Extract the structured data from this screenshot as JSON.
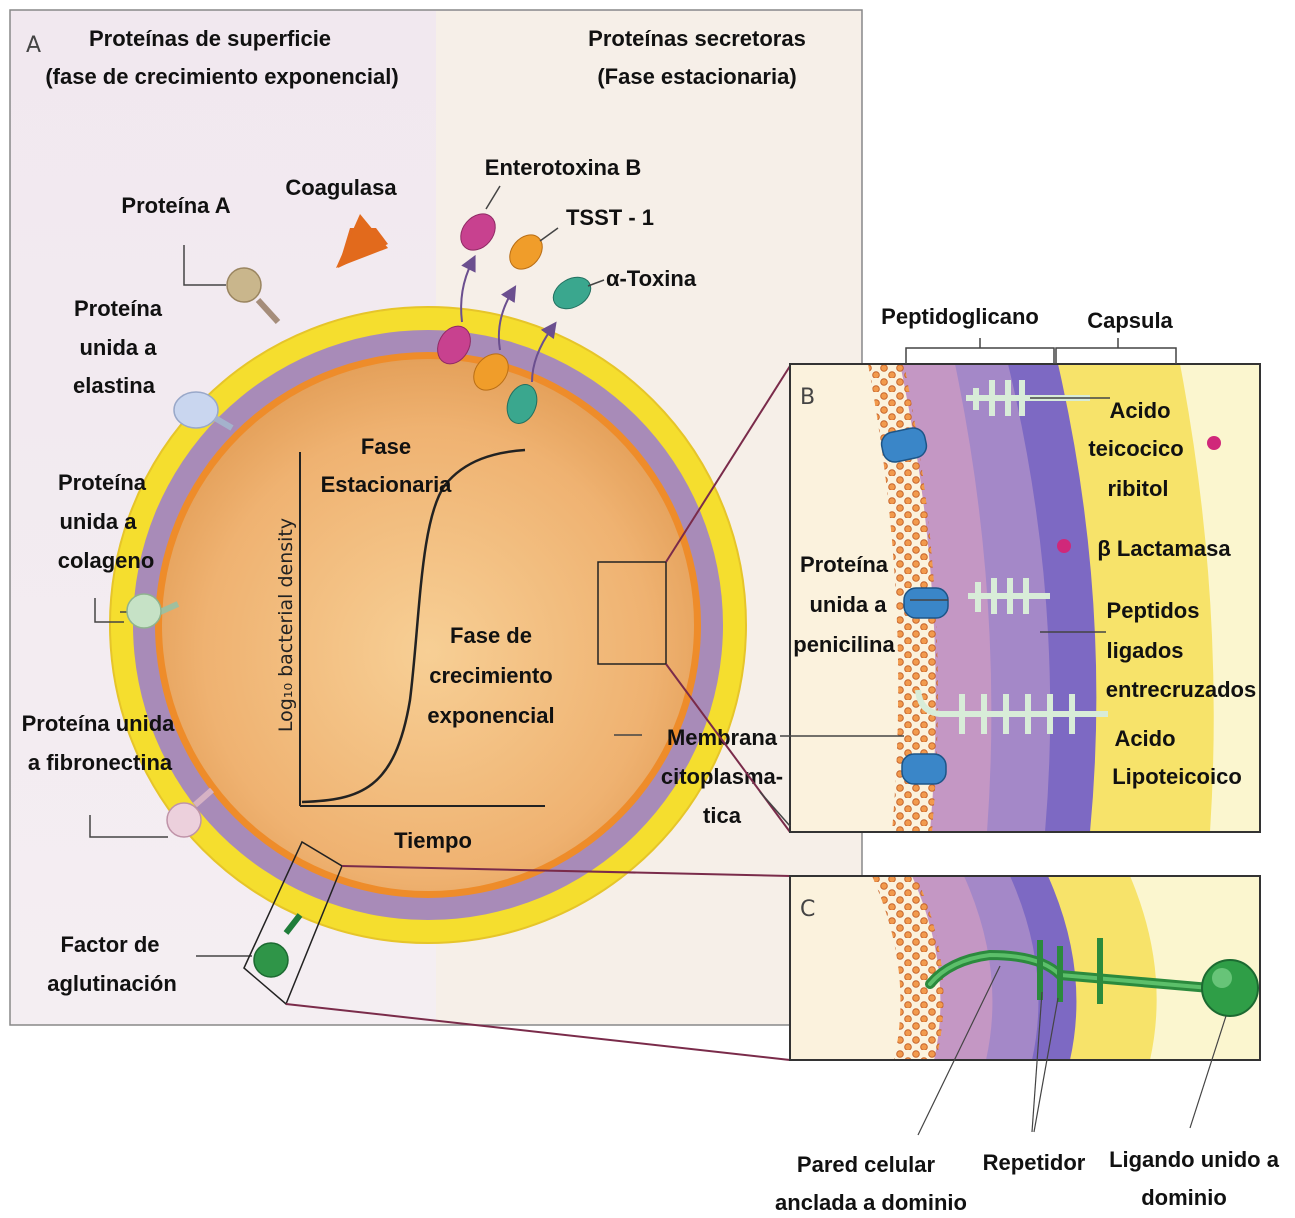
{
  "panel_a": {
    "letter": "A",
    "left_header_1": "Proteínas de superficie",
    "left_header_2": "(fase de crecimiento exponencial)",
    "right_header_1": "Proteínas secretoras",
    "right_header_2": "(Fase estacionaria)",
    "proteina_a": "Proteína A",
    "coagulasa": "Coagulasa",
    "enterotoxina": "Enterotoxina B",
    "tsst": "TSST - 1",
    "alfa_toxina": "α-Toxina",
    "elastina_1": "Proteína",
    "elastina_2": "unida a",
    "elastina_3": "elastina",
    "colageno_1": "Proteína",
    "colageno_2": "unida a",
    "colageno_3": "colageno",
    "fibronectina_1": "Proteína unida",
    "fibronectina_2": "a fibronectina",
    "factor_1": "Factor de",
    "factor_2": "aglutinación",
    "membrana_1": "Membrana",
    "membrana_2": "citoplasma-",
    "membrana_3": "tica"
  },
  "graph": {
    "ylabel": "Log₁₀ bacterial density",
    "xlabel": "Tiempo",
    "stationary_1": "Fase",
    "stationary_2": "Estacionaria",
    "exp_1": "Fase de",
    "exp_2": "crecimiento",
    "exp_3": "exponencial"
  },
  "panel_b": {
    "letter": "B",
    "peptidoglicano": "Peptidoglicano",
    "capsula": "Capsula",
    "teicoico_1": "Acido",
    "teicoico_2": "teicocico",
    "teicoico_3": "ribitol",
    "lactamasa": "β Lactamasa",
    "pbp_1": "Proteína",
    "pbp_2": "unida a",
    "pbp_3": "penicilina",
    "peptidos_1": "Peptidos",
    "peptidos_2": "ligados",
    "peptidos_3": "entrecruzados",
    "lipo_1": "Acido",
    "lipo_2": "Lipoteicoico"
  },
  "panel_c": {
    "letter": "C",
    "pared_1": "Pared celular",
    "pared_2": "anclada a dominio",
    "repetidor": "Repetidor",
    "ligando_1": "Ligando unido a",
    "ligando_2": "dominio"
  },
  "colors": {
    "capsule_yellow": "#f6e03a",
    "wall_purple": "#a98ab8",
    "membrane_orange": "#ee8c2a",
    "cytoplasm": "#f1b575",
    "pg_dark": "#7d69c3",
    "pg_light": "#c59ac9"
  }
}
